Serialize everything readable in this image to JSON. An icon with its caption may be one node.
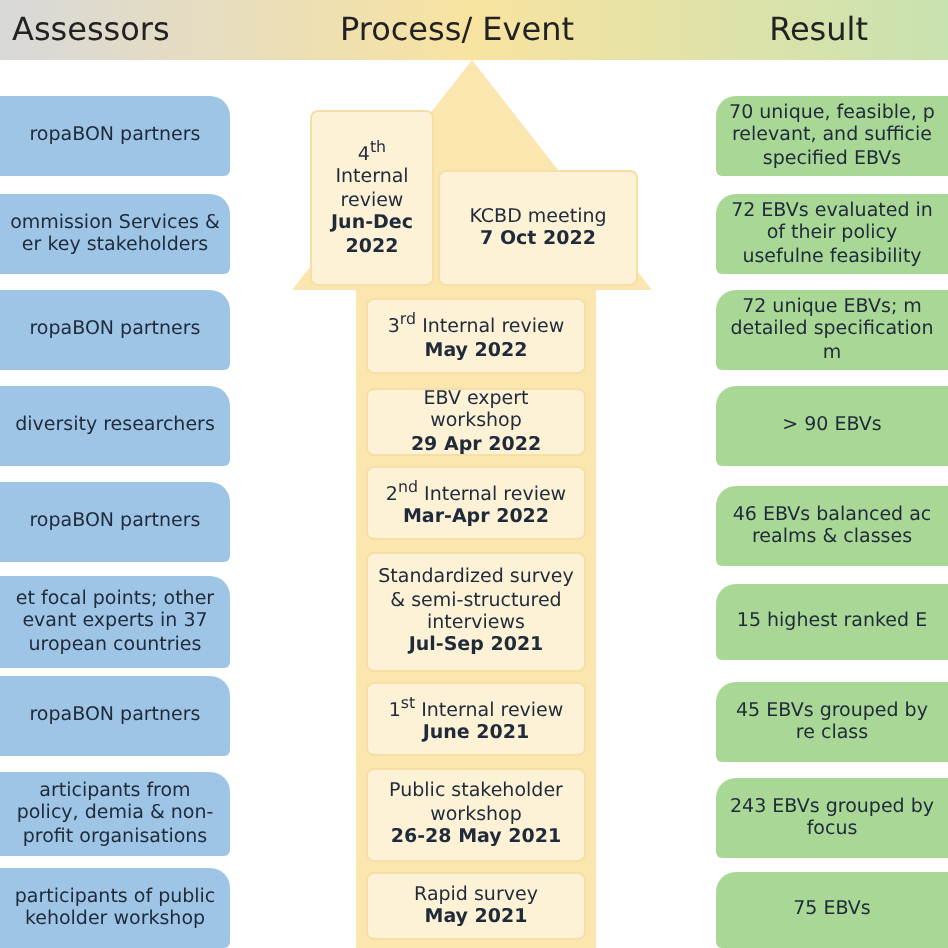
{
  "diagram": {
    "nodes": [
      {
        "text": [
          "Assessors",
          "Process/ Event",
          "Result"
        ]
      },
      {
        "text": [],
        "shape": "arrow"
      },
      {
        "text": [
          "ropaBON partners"
        ]
      },
      {
        "text": [
          "4$^{th}$ Internal review",
          "Jun-Dec 2022"
        ],
        "in": 1
      },
      {
        "text": [
          "70 unique, feasible, p relevant, and sufficie specified EBVs"
        ]
      },
      {
        "text": [
          "ommission Services & er key stakeholders"
        ]
      },
      {
        "text": [
          "KCBD meeting",
          "7 Oct 2022"
        ],
        "in": 1
      },
      {
        "text": [
          "72 EBVs evaluated in of their policy usefulne feasibility"
        ]
      },
      {
        "text": [
          "ropaBON partners"
        ]
      },
      {
        "text": [
          "3$^{rd}$ Internal review",
          "May 2022"
        ],
        "in": 1
      },
      {
        "text": [
          "72 unique EBVs; m detailed specification m"
        ]
      },
      {
        "text": [
          "diversity researchers"
        ]
      },
      {
        "text": [
          "EBV expert workshop",
          "29 Apr 2022"
        ],
        "in": 1
      },
      {
        "text": [
          "> 90 EBVs"
        ]
      },
      {
        "text": [
          "ropaBON partners"
        ]
      },
      {
        "text": [
          "2$^{nd}$ Internal review",
          "Mar-Apr 2022"
        ],
        "in": 1
      },
      {
        "text": [
          "46 EBVs balanced ac realms & classes"
        ]
      },
      {
        "text": [
          "et focal points; other evant experts in 37 uropean countries"
        ]
      },
      {
        "text": [
          "Standardized survey & semi-structured interviews",
          "Jul-Sep 2021"
        ],
        "in": 1
      },
      {
        "text": [
          "15 highest ranked E"
        ]
      },
      {
        "text": [
          "ropaBON partners"
        ]
      },
      {
        "text": [
          "1$^{st}$ Internal review",
          "June 2021"
        ],
        "in": 1
      },
      {
        "text": [
          "45 EBVs grouped by re class"
        ]
      },
      {
        "text": [
          "articipants from policy, demia & non-profit organisations"
        ]
      },
      {
        "text": [
          "Public stakeholder workshop",
          "26-28 May 2021"
        ],
        "in": 1
      },
      {
        "text": [
          "243 EBVs grouped by focus"
        ]
      },
      {
        "text": [
          "participants of public keholder workshop"
        ]
      },
      {
        "text": [
          "Rapid survey",
          "May 2021"
        ],
        "in": 1
      },
      {
        "text": [
          "75 EBVs"
        ]
      }
    ],
    "edges": []
  }
}
